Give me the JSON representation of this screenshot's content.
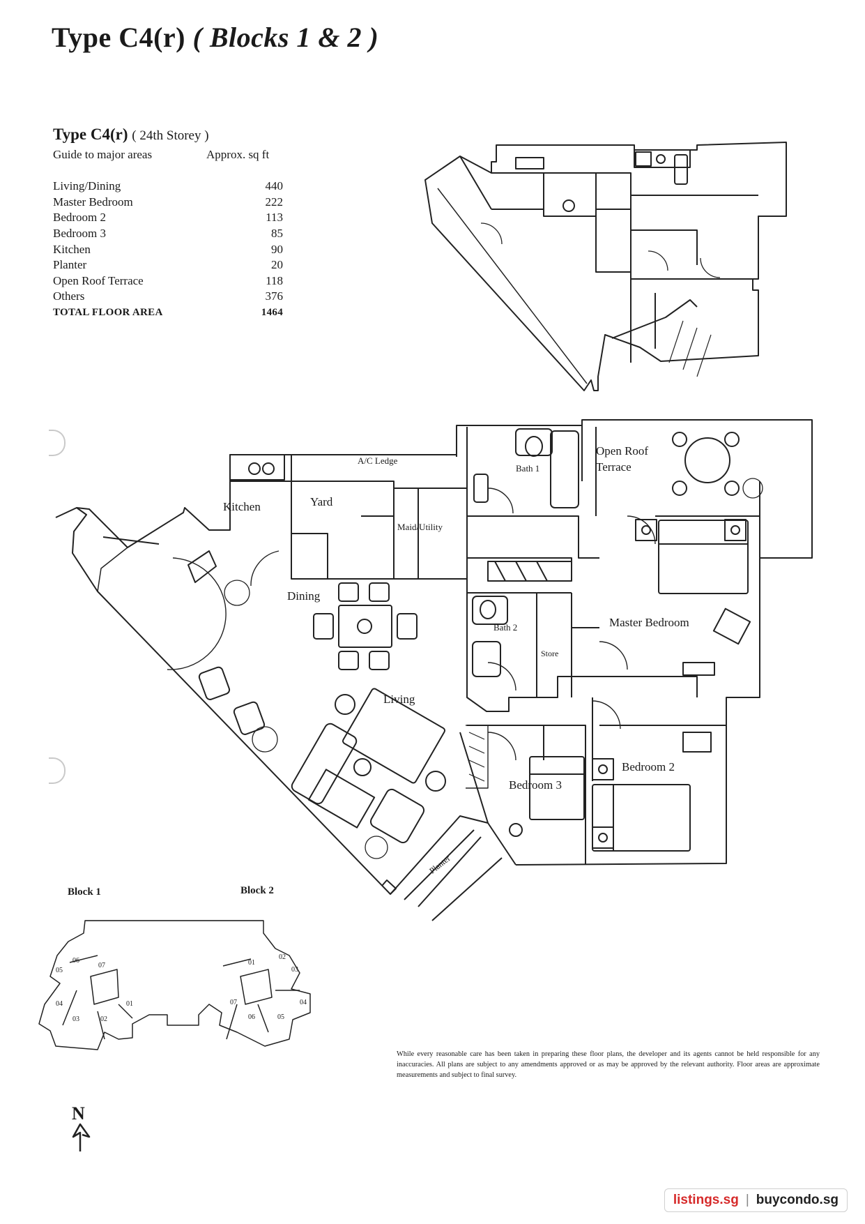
{
  "header": {
    "title_main": "Type C4(r)",
    "title_blocks": "( Blocks 1 & 2 )"
  },
  "summary": {
    "unit_type": "Type C4(r)",
    "storey_note": "( 24th Storey )",
    "column_left": "Guide to major areas",
    "column_right": "Approx. sq  ft",
    "rows": [
      {
        "label": "Living/Dining",
        "value": "440"
      },
      {
        "label": "Master Bedroom",
        "value": "222"
      },
      {
        "label": "Bedroom 2",
        "value": "113"
      },
      {
        "label": "Bedroom 3",
        "value": "85"
      },
      {
        "label": "Kitchen",
        "value": "90"
      },
      {
        "label": "Planter",
        "value": "20"
      },
      {
        "label": "Open Roof Terrace",
        "value": "118"
      },
      {
        "label": "Others",
        "value": "376"
      },
      {
        "label": "TOTAL FLOOR AREA",
        "value": "1464"
      }
    ]
  },
  "plan": {
    "rooms": {
      "ac_ledge": "A/C Ledge",
      "kitchen": "Kitchen",
      "yard": "Yard",
      "maid_utility": "Maid/Utility",
      "bath1": "Bath 1",
      "open_roof_terrace_1": "Open Roof",
      "open_roof_terrace_2": "Terrace",
      "dining": "Dining",
      "bath2": "Bath 2",
      "store": "Store",
      "master_bedroom": "Master Bedroom",
      "living": "Living",
      "bedroom3": "Bedroom 3",
      "bedroom2": "Bedroom 2",
      "planter": "Planter"
    }
  },
  "key_plan": {
    "block1_label": "Block 1",
    "block2_label": "Block 2",
    "block1_units": [
      "06",
      "07",
      "05",
      "04",
      "03",
      "02",
      "01"
    ],
    "block2_units": [
      "02",
      "01",
      "03",
      "04",
      "07",
      "06",
      "05"
    ]
  },
  "north_label": "N",
  "disclaimer": "While every reasonable care has been taken in preparing these floor plans, the developer and its agents cannot be held responsible for any inaccuracies. All plans are subject to any amendments approved or as may be approved by the relevant authority. Floor areas are approximate measurements and subject to final survey.",
  "footer": {
    "site1": "listings.sg",
    "separator": "|",
    "site2": "buycondo.sg"
  }
}
